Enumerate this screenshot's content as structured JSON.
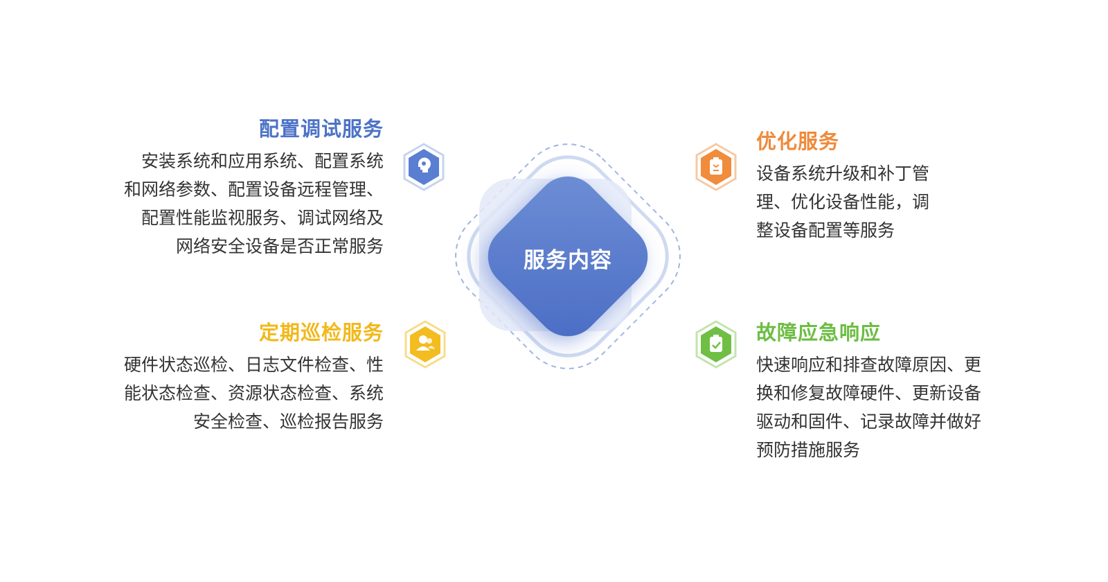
{
  "center": {
    "label": "服务内容"
  },
  "sections": {
    "config": {
      "title": "配置调试服务",
      "lines": [
        "安装系统和应用系统、配置系统",
        "和网络参数、配置设备远程管理、",
        "配置性能监视服务、调试网络及",
        "网络安全设备是否正常服务"
      ],
      "icon": "lightbulb-head-icon",
      "color": "#4d73c7"
    },
    "inspect": {
      "title": "定期巡检服务",
      "lines": [
        "硬件状态巡检、日志文件检查、性",
        "能状态检查、资源状态检查、系统",
        "安全检查、巡检报告服务"
      ],
      "icon": "users-icon",
      "color": "#f2b81c"
    },
    "optimize": {
      "title": "优化服务",
      "lines": [
        "设备系统升级和补丁管",
        "理、优化设备性能，调",
        "整设备配置等服务"
      ],
      "icon": "clipboard-icon",
      "color": "#ef8a3a"
    },
    "fault": {
      "title": "故障应急响应",
      "lines": [
        "快速响应和排查故障原因、更",
        "换和修复故障硬件、更新设备",
        "驱动和固件、记录故障并做好",
        "预防措施服务"
      ],
      "icon": "checklist-icon",
      "color": "#6cbd42"
    }
  }
}
